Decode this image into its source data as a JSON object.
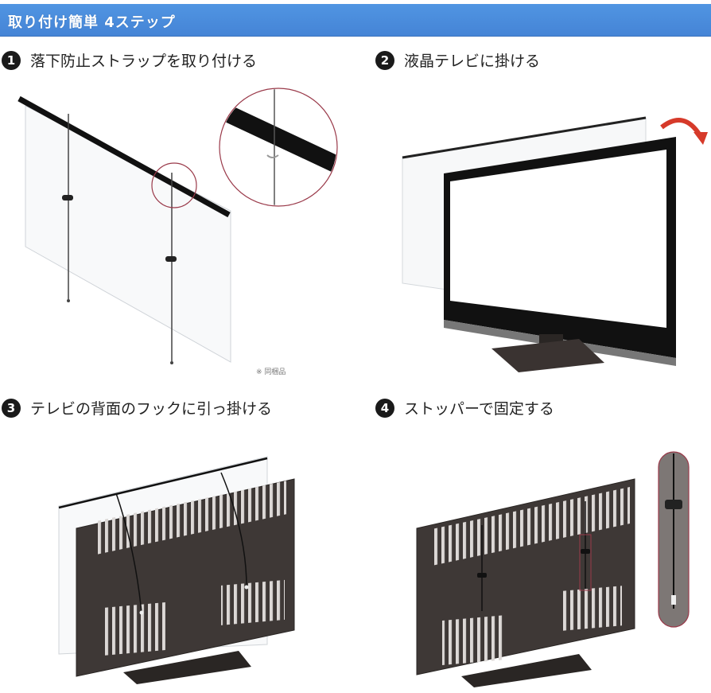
{
  "header": {
    "title": "取り付け簡単 4ステップ",
    "background_color": "#4a8ad8"
  },
  "steps": [
    {
      "number": "1",
      "label": "落下防止ストラップを取り付ける",
      "note": "※ 同梱品"
    },
    {
      "number": "2",
      "label": "液晶テレビに掛ける"
    },
    {
      "number": "3",
      "label": "テレビの背面のフックに引っ掛ける"
    },
    {
      "number": "4",
      "label": "ストッパーで固定する"
    }
  ],
  "colors": {
    "highlight_circle": "#9a3a4a",
    "arrow": "#d63a2a",
    "tv_body": "#3e3836",
    "bezel": "#111111"
  }
}
